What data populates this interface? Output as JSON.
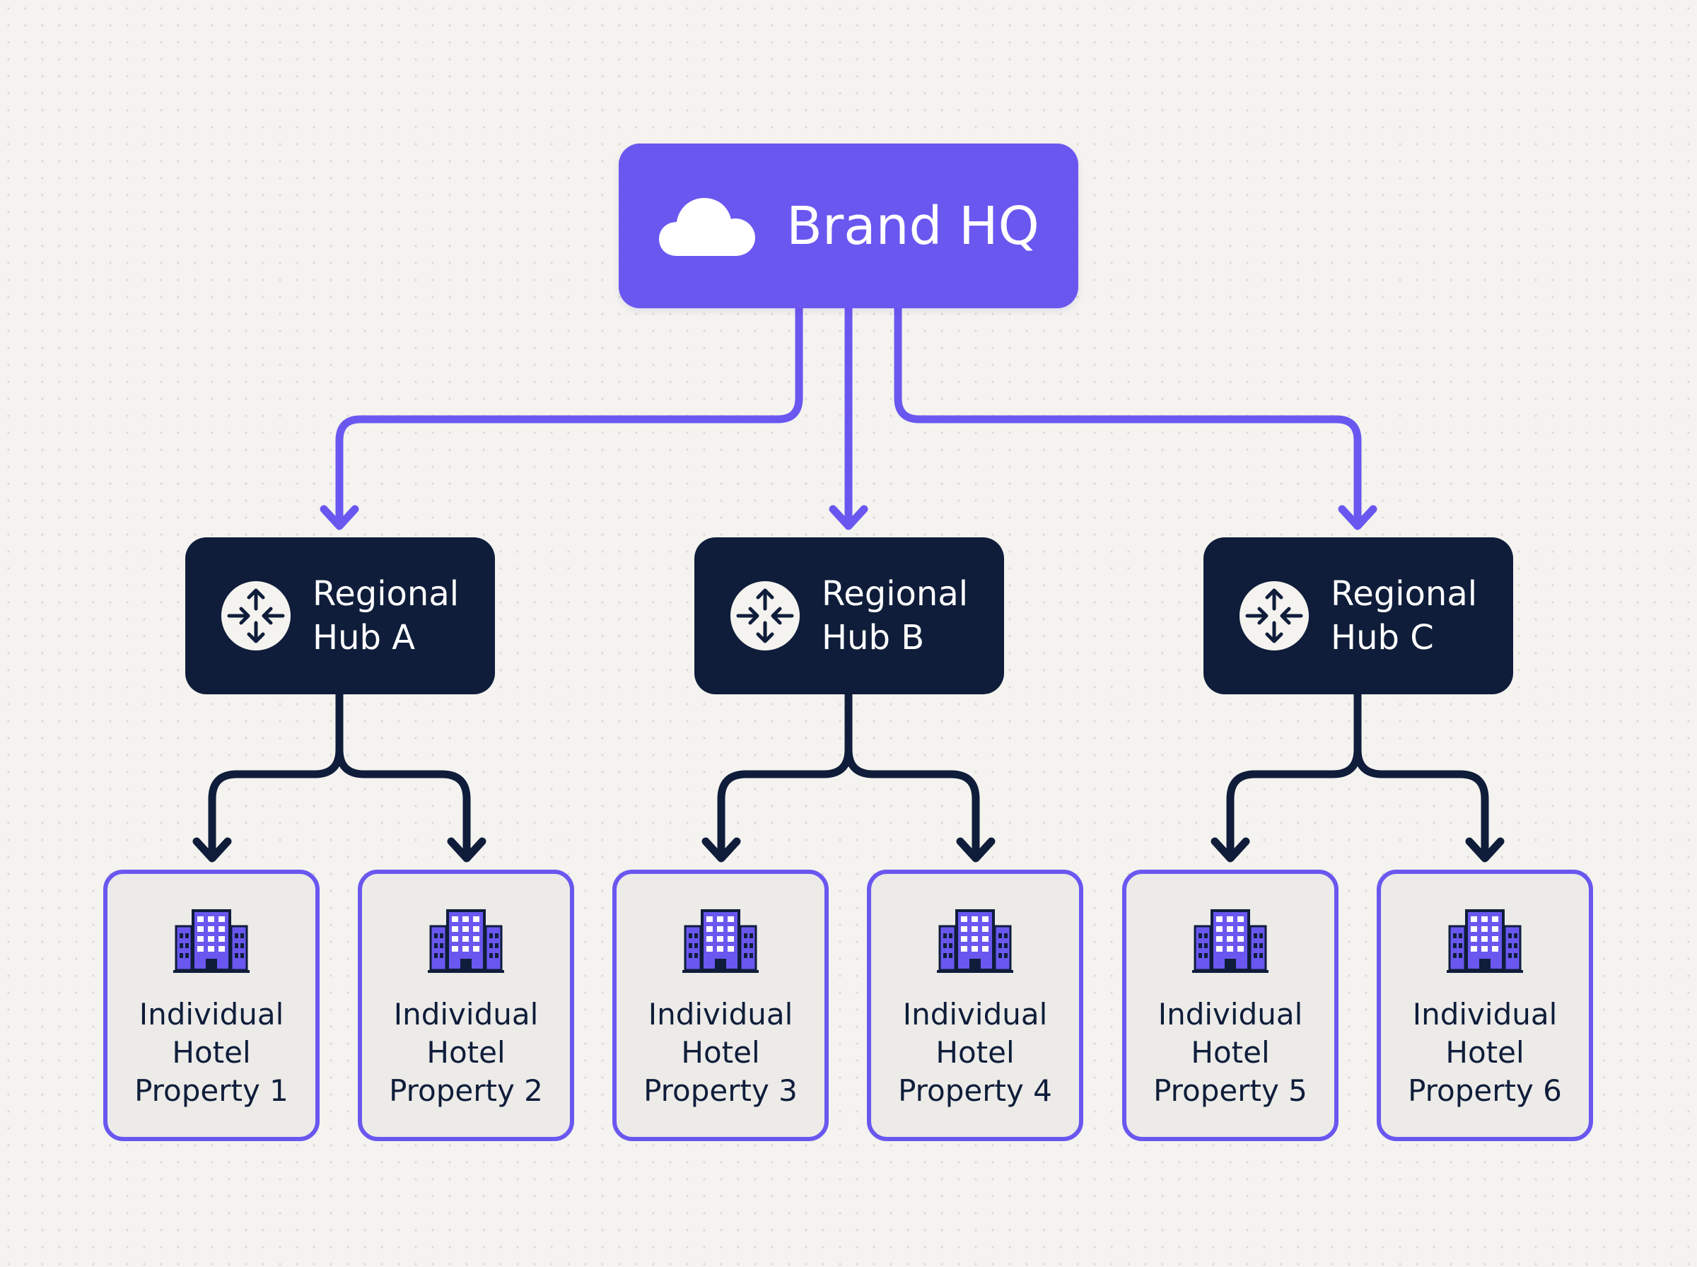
{
  "colors": {
    "hq": "#6a57f0",
    "hub": "#0f1d3a",
    "property_border": "#6a57f0",
    "property_fill": "#ecebe8",
    "background": "#f4f3ef"
  },
  "hq": {
    "label": "Brand HQ",
    "icon": "cloud-icon"
  },
  "hubs": [
    {
      "label_line1": "Regional",
      "label_line2": "Hub A",
      "icon": "router-icon"
    },
    {
      "label_line1": "Regional",
      "label_line2": "Hub B",
      "icon": "router-icon"
    },
    {
      "label_line1": "Regional",
      "label_line2": "Hub C",
      "icon": "router-icon"
    }
  ],
  "properties": [
    {
      "line1": "Individual",
      "line2": "Hotel",
      "line3": "Property 1",
      "icon": "hotel-building-icon"
    },
    {
      "line1": "Individual",
      "line2": "Hotel",
      "line3": "Property 2",
      "icon": "hotel-building-icon"
    },
    {
      "line1": "Individual",
      "line2": "Hotel",
      "line3": "Property 3",
      "icon": "hotel-building-icon"
    },
    {
      "line1": "Individual",
      "line2": "Hotel",
      "line3": "Property 4",
      "icon": "hotel-building-icon"
    },
    {
      "line1": "Individual",
      "line2": "Hotel",
      "line3": "Property 5",
      "icon": "hotel-building-icon"
    },
    {
      "line1": "Individual",
      "line2": "Hotel",
      "line3": "Property 6",
      "icon": "hotel-building-icon"
    }
  ]
}
